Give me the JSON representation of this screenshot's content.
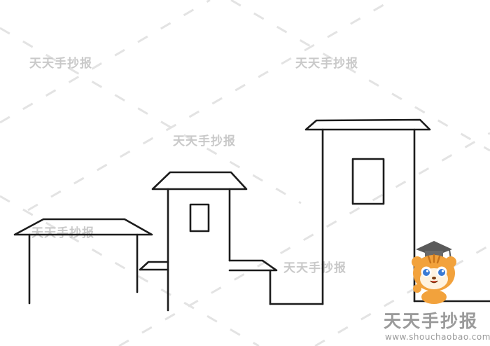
{
  "watermark": {
    "text": "天天手抄报"
  },
  "brand": {
    "name": "天天手抄报",
    "url": "www.shouchaobao.com"
  },
  "colors": {
    "ink": "#1c1c1c",
    "watermark": "#c9c9c9",
    "mascot_orange": "#f2a23c",
    "mascot_cap": "#5a5a5a"
  }
}
